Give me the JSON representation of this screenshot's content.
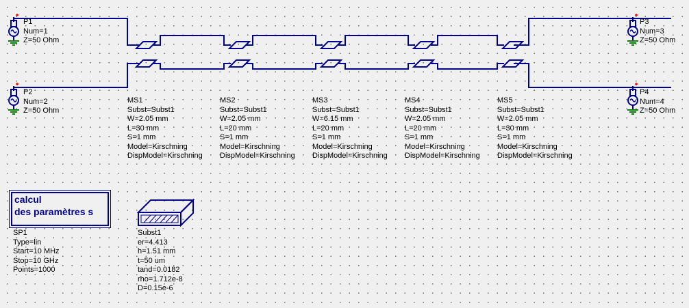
{
  "ports": [
    {
      "id": "P1",
      "num": "Num=1",
      "z": "Z=50 Ohm"
    },
    {
      "id": "P2",
      "num": "Num=2",
      "z": "Z=50 Ohm"
    },
    {
      "id": "P3",
      "num": "Num=3",
      "z": "Z=50 Ohm"
    },
    {
      "id": "P4",
      "num": "Num=4",
      "z": "Z=50 Ohm"
    }
  ],
  "lines": [
    {
      "id": "MS1",
      "subst": "Subst=Subst1",
      "w": "W=2.05 mm",
      "l": "L=30 mm",
      "s": "S=1 mm",
      "model": "Model=Kirschning",
      "disp": "DispModel=Kirschning"
    },
    {
      "id": "MS2",
      "subst": "Subst=Subst1",
      "w": "W=2.05 mm",
      "l": "L=20 mm",
      "s": "S=1 mm",
      "model": "Model=Kirschning",
      "disp": "DispModel=Kirschning"
    },
    {
      "id": "MS3",
      "subst": "Subst=Subst1",
      "w": "W=6.15 mm",
      "l": "L=20 mm",
      "s": "S=1 mm",
      "model": "Model=Kirschning",
      "disp": "DispModel=Kirschning"
    },
    {
      "id": "MS4",
      "subst": "Subst=Subst1",
      "w": "W=2.05 mm",
      "l": "L=20 mm",
      "s": "S=1 mm",
      "model": "Model=Kirschning",
      "disp": "DispModel=Kirschning"
    },
    {
      "id": "MS5",
      "subst": "Subst=Subst1",
      "w": "W=2.05 mm",
      "l": "L=30 mm",
      "s": "S=1 mm",
      "model": "Model=Kirschning",
      "disp": "DispModel=Kirschning"
    }
  ],
  "simulation": {
    "line1": "calcul",
    "line2": "des paramètres s",
    "id": "SP1",
    "type": "Type=lin",
    "start": "Start=10 MHz",
    "stop": "Stop=10 GHz",
    "points": "Points=1000"
  },
  "substrate": {
    "id": "Subst1",
    "er": "er=4.413",
    "h": "h=1.51 mm",
    "t": "t=50 um",
    "tand": "tand=0.0182",
    "rho": "rho=1.712e-8",
    "d": "D=0.15e-6"
  },
  "colors": {
    "wire": "#00008b",
    "port_red": "#ff0000",
    "ground": "#008000"
  }
}
